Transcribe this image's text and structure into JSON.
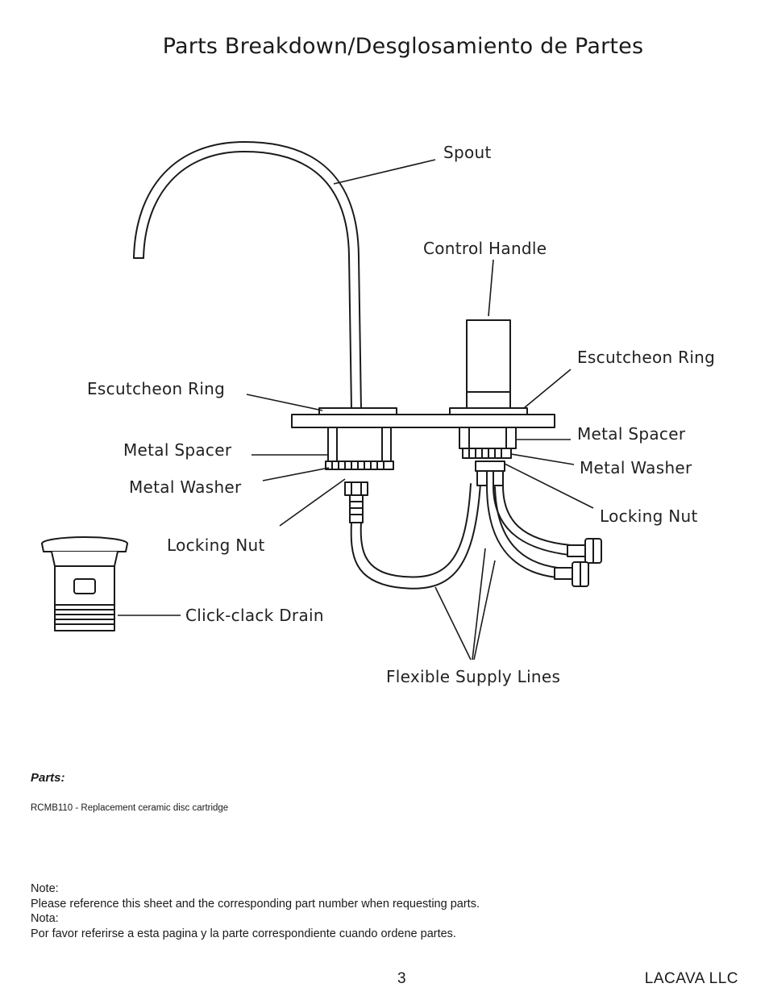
{
  "page": {
    "title": "Parts Breakdown/Desglosamiento de Partes",
    "page_number": "3",
    "company": "LACAVA LLC"
  },
  "diagram": {
    "labels": {
      "spout": "Spout",
      "control_handle": "Control Handle",
      "escutcheon_ring_left": "Escutcheon Ring",
      "escutcheon_ring_right": "Escutcheon Ring",
      "metal_spacer_left": "Metal Spacer",
      "metal_spacer_right": "Metal Spacer",
      "metal_washer_left": "Metal Washer",
      "metal_washer_right": "Metal Washer",
      "locking_nut_left": "Locking Nut",
      "locking_nut_right": "Locking Nut",
      "click_clack_drain": "Click-clack Drain",
      "flexible_supply_lines": "Flexible Supply Lines"
    }
  },
  "parts": {
    "heading": "Parts:",
    "items": [
      "RCMB110 - Replacement ceramic disc cartridge"
    ]
  },
  "note": {
    "lines": [
      "Note:",
      "Please reference this sheet and the corresponding part number when requesting parts.",
      "Nota:",
      "Por favor referirse a esta pagina y la parte correspondiente cuando ordene partes."
    ]
  }
}
